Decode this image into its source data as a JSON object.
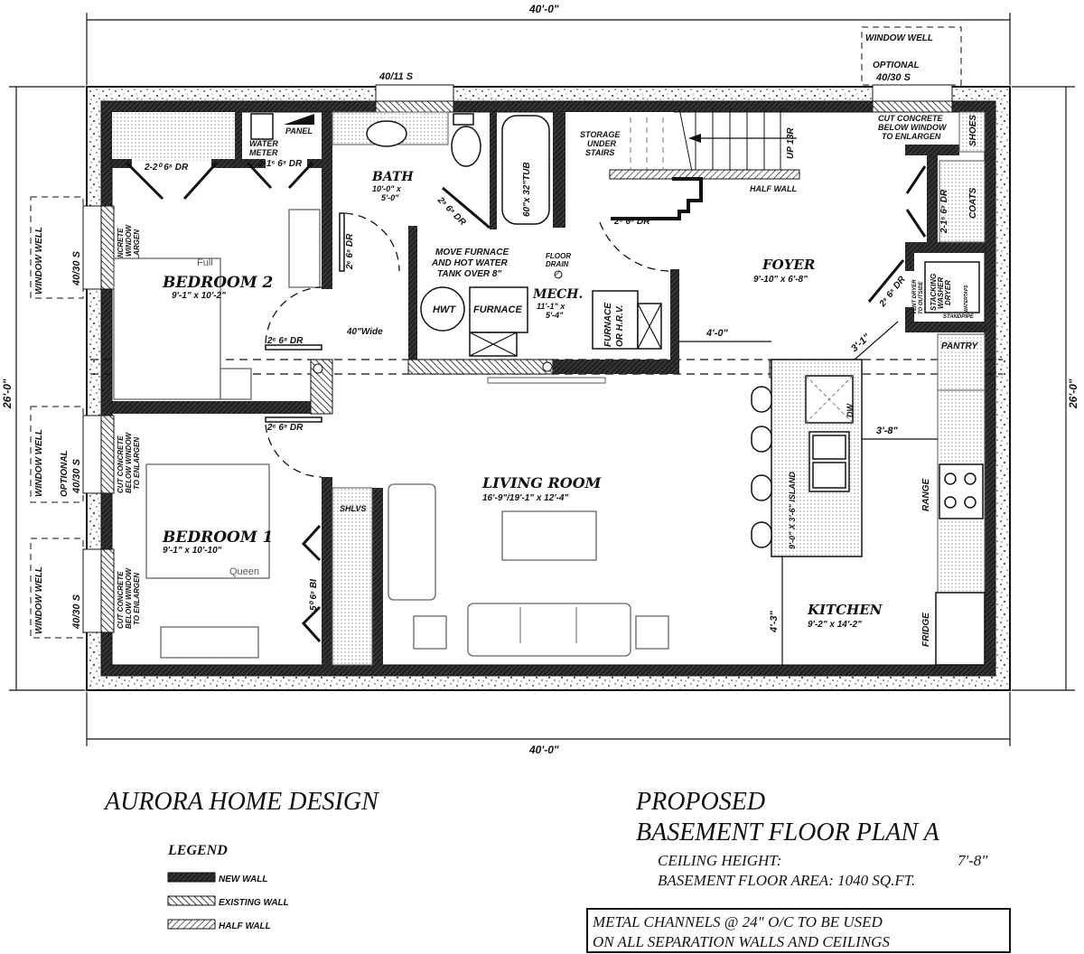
{
  "dimensions": {
    "top": "40'-0\"",
    "bottom": "40'-0\"",
    "left": "26'-0\"",
    "right": "26'-0\""
  },
  "windows": {
    "top_left": "40/11 S",
    "top_right_well": "WINDOW WELL",
    "top_right_optional": "OPTIONAL",
    "top_right": "40/30 S",
    "left_1": "40/30 S",
    "left_2_optional": "OPTIONAL",
    "left_2": "40/30 S",
    "left_3": "40/30 S",
    "well": "WINDOW WELL",
    "cut_concrete": [
      "CUT CONCRETE",
      "BELOW WINDOW",
      "TO ENLARGEN"
    ]
  },
  "rooms": {
    "bedroom2": {
      "name": "BEDROOM  2",
      "size": "9'-1\" x 10'-2\"",
      "bed": "Full"
    },
    "bedroom1": {
      "name": "BEDROOM  1",
      "size": "9'-1\" x 10'-10\"",
      "bed": "Queen"
    },
    "bath": {
      "name": "BATH",
      "size1": "10'-0\" x",
      "size2": "5'-0\""
    },
    "mech": {
      "name": "MECH.",
      "size1": "11'-1\" x",
      "size2": "5'-4\""
    },
    "foyer": {
      "name": "FOYER",
      "size": "9'-10\" x 6'-8\""
    },
    "living": {
      "name": "LIVING ROOM",
      "size": "16'-9\"/19'-1\" x 12'-4\""
    },
    "kitchen": {
      "name": "KITCHEN",
      "size": "9'-2\" x 14'-2\""
    }
  },
  "labels": {
    "closet_door_b2": "2-2⁰ 6⁸ DR",
    "closet_door_util": "2-1⁶ 6⁸ DR",
    "water_meter": [
      "WATER",
      "METER"
    ],
    "panel": "PANEL",
    "door_268": "2⁶ 6⁸ DR",
    "door_288": "2⁸ 6⁸ DR",
    "door_coats": "2-1⁶ 6⁸ DR",
    "wide": "40\"Wide",
    "move_furnace": [
      "MOVE FURNACE",
      "AND HOT WATER",
      "TANK OVER 8\""
    ],
    "floor_drain": [
      "FLOOR",
      "DRAIN"
    ],
    "hwt": "HWT",
    "furnace": "FURNACE",
    "furnace_hrv": [
      "FURNACE",
      "OR H.R.V."
    ],
    "tub": "60\"x 32\"TUB",
    "storage": [
      "STORAGE",
      "UNDER",
      "STAIRS"
    ],
    "stairs": "UP 13R",
    "half_wall": "HALF WALL",
    "shoes": "SHOES",
    "coats": "COATS",
    "vent_dryer": [
      "VENT DRYER",
      "TO OUTSIDE"
    ],
    "washer": [
      "STACKING",
      "WASHER",
      "DRYER"
    ],
    "watertaps": "WATERTAPS",
    "standpipe": "STANDPIPE",
    "pantry": "PANTRY",
    "dw": "DW",
    "island": "9'-0\" X 3'-6\" ISLAND",
    "range": "RANGE",
    "fridge": "FRIDGE",
    "shlvs": "SHLVS",
    "bi_door": "5⁰ 6⁸ BI",
    "dim_4_0": "4'-0\"",
    "dim_3_1": "3'-1\"",
    "dim_3_8": "3'-8\"",
    "dim_4_3": "4'-3\""
  },
  "title_block": {
    "company": "AURORA HOME DESIGN",
    "title1": "PROPOSED",
    "title2": "BASEMENT FLOOR PLAN A",
    "ceiling_label": "CEILING HEIGHT:",
    "ceiling_value": "7'-8\"",
    "area": "BASEMENT FLOOR AREA:  1040 SQ.FT.",
    "note1": "METAL CHANNELS @ 24\" O/C TO BE USED",
    "note2": "ON ALL SEPARATION WALLS AND CEILINGS"
  },
  "legend": {
    "title": "LEGEND",
    "items": [
      "NEW WALL",
      "EXISTING WALL",
      "HALF WALL"
    ]
  }
}
